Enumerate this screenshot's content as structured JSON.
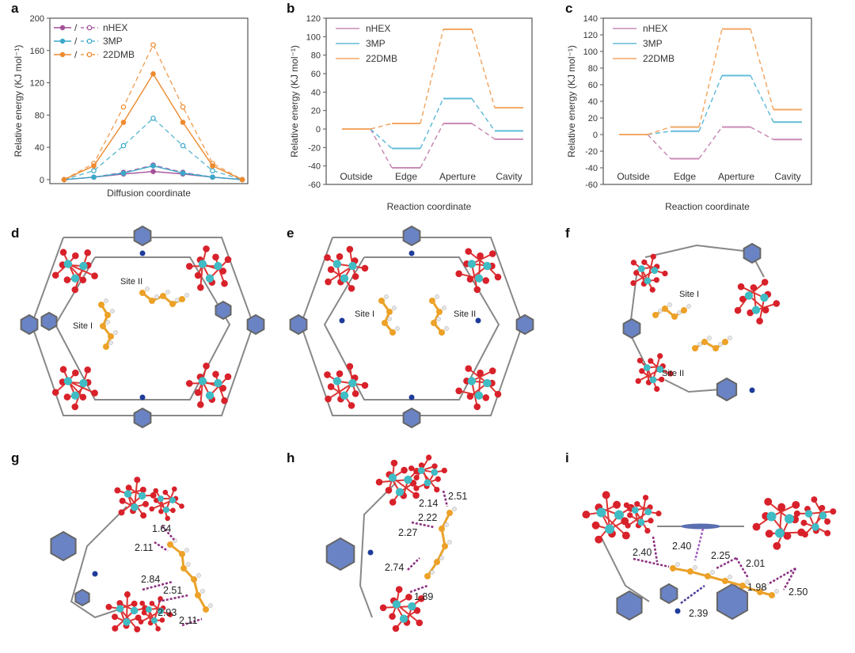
{
  "panels": {
    "a": "a",
    "b": "b",
    "c": "c",
    "d": "d",
    "e": "e",
    "f": "f",
    "g": "g",
    "h": "h",
    "i": "i"
  },
  "colors": {
    "nHEX": "#a4509a",
    "3MP": "#3aa9c8",
    "22DMB": "#ee8a2e",
    "nHEX_light": "#c98bb5",
    "3MP_light": "#62bcd9",
    "22DMB_light": "#f3a763"
  },
  "chart_data": [
    {
      "type": "line",
      "title": "",
      "xlabel": "Diffusion coordinate",
      "ylabel": "Relative energy (KJ mol⁻¹)",
      "ylim": [
        0,
        200
      ],
      "yticks": [
        0,
        40,
        80,
        120,
        160,
        200
      ],
      "x": [
        0,
        1,
        2,
        3,
        4,
        5,
        6
      ],
      "legend_position": "top-left",
      "legend_separator": "/",
      "series": [
        {
          "name": "nHEX",
          "solid": [
            0,
            3,
            7,
            10,
            7,
            3,
            0
          ],
          "dashed": [
            0,
            3,
            9,
            18,
            9,
            3,
            0
          ]
        },
        {
          "name": "3MP",
          "solid": [
            0,
            3,
            8,
            17,
            8,
            3,
            0
          ],
          "dashed": [
            0,
            11,
            42,
            76,
            42,
            11,
            0
          ]
        },
        {
          "name": "22DMB",
          "solid": [
            0,
            17,
            71,
            131,
            71,
            17,
            0
          ],
          "dashed": [
            0,
            20,
            90,
            167,
            90,
            20,
            0
          ]
        }
      ]
    },
    {
      "type": "line",
      "title": "",
      "xlabel": "Reaction coordinate",
      "ylabel": "Relative energy (KJ mol⁻¹)",
      "ylim": [
        -60,
        120
      ],
      "yticks": [
        -60,
        -40,
        -20,
        0,
        20,
        40,
        60,
        80,
        100,
        120
      ],
      "categories": [
        "Outside",
        "Edge",
        "Aperture",
        "Cavity"
      ],
      "legend_position": "top-left",
      "series": [
        {
          "name": "nHEX",
          "values": [
            0,
            -42,
            6,
            -11
          ]
        },
        {
          "name": "3MP",
          "values": [
            0,
            -21,
            33,
            -2
          ]
        },
        {
          "name": "22DMB",
          "values": [
            0,
            6,
            108,
            23
          ]
        }
      ]
    },
    {
      "type": "line",
      "title": "",
      "xlabel": "Reaction coordinate",
      "ylabel": "Relative energy (KJ mol⁻¹)",
      "ylim": [
        -60,
        140
      ],
      "yticks": [
        -60,
        -40,
        -20,
        0,
        20,
        40,
        60,
        80,
        100,
        120,
        140
      ],
      "categories": [
        "Outside",
        "Edge",
        "Aperture",
        "Cavity"
      ],
      "legend_position": "top-left",
      "series": [
        {
          "name": "nHEX",
          "values": [
            0,
            -29,
            9,
            -6
          ]
        },
        {
          "name": "3MP",
          "values": [
            0,
            4,
            71,
            15
          ]
        },
        {
          "name": "22DMB",
          "values": [
            0,
            9,
            127,
            30
          ]
        }
      ]
    }
  ],
  "structures": {
    "d": {
      "site_labels": [
        "Site II",
        "Site I"
      ]
    },
    "e": {
      "site_labels": [
        "Site I",
        "Site II"
      ]
    },
    "f": {
      "site_labels": [
        "Site I",
        "Site II"
      ]
    },
    "g": {
      "distances": [
        "1.64",
        "2.11",
        "2.84",
        "2.51",
        "2.93",
        "2.11"
      ]
    },
    "h": {
      "distances": [
        "2.51",
        "2.14",
        "2.22",
        "2.27",
        "2.74",
        "1.89"
      ]
    },
    "i": {
      "distances": [
        "2.40",
        "2.40",
        "2.25",
        "2.01",
        "1.98",
        "2.50",
        "2.39"
      ]
    }
  }
}
